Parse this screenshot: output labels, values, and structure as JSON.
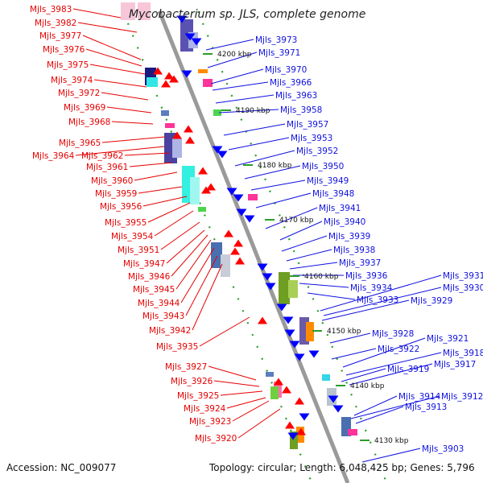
{
  "title": "Mycobacterium sp. JLS, complete genome",
  "accession": "Accession: NC_009077",
  "topology": "Topology: circular; Length: 6,048,425 bp; Genes: 5,796",
  "kbp_ticks": [
    "4200 kbp",
    "4190 kbp",
    "4180 kbp",
    "4170 kbp",
    "4160 kbp",
    "4150 kbp",
    "4140 kbp",
    "4130 kbp"
  ],
  "reverse_strand_genes": [
    "Mjls_3983",
    "Mjls_3982",
    "Mjls_3977",
    "Mjls_3976",
    "Mjls_3975",
    "Mjls_3974",
    "Mjls_3972",
    "Mjls_3969",
    "Mjls_3968",
    "Mjls_3965",
    "Mjls_3964",
    "Mjls_3962",
    "Mjls_3961",
    "Mjls_3960",
    "Mjls_3959",
    "Mjls_3956",
    "Mjls_3955",
    "Mjls_3954",
    "Mjls_3951",
    "Mjls_3947",
    "Mjls_3946",
    "Mjls_3945",
    "Mjls_3944",
    "Mjls_3943",
    "Mjls_3942",
    "Mjls_3935",
    "Mjls_3927",
    "Mjls_3926",
    "Mjls_3925",
    "Mjls_3924",
    "Mjls_3923",
    "Mjls_3920"
  ],
  "forward_strand_genes": [
    "Mjls_3973",
    "Mjls_3971",
    "Mjls_3970",
    "Mjls_3966",
    "Mjls_3963",
    "Mjls_3958",
    "Mjls_3957",
    "Mjls_3953",
    "Mjls_3952",
    "Mjls_3950",
    "Mjls_3949",
    "Mjls_3948",
    "Mjls_3941",
    "Mjls_3940",
    "Mjls_3939",
    "Mjls_3938",
    "Mjls_3937",
    "Mjls_3936",
    "Mjls_3934",
    "Mjls_3933",
    "Mjls_3931",
    "Mjls_3930",
    "Mjls_3929",
    "Mjls_3928",
    "Mjls_3922",
    "Mjls_3921",
    "Mjls_3919",
    "Mjls_3918",
    "Mjls_3917",
    "Mjls_3914",
    "Mjls_3913",
    "Mjls_3912",
    "Mjls_3903"
  ],
  "colors": {
    "reverse_label": "#e60000",
    "forward_label": "#1010e0",
    "backbone": "#999999",
    "reverse_gene": "#ff0000",
    "forward_gene": "#0000ff",
    "tick": "#2a9d2a"
  }
}
